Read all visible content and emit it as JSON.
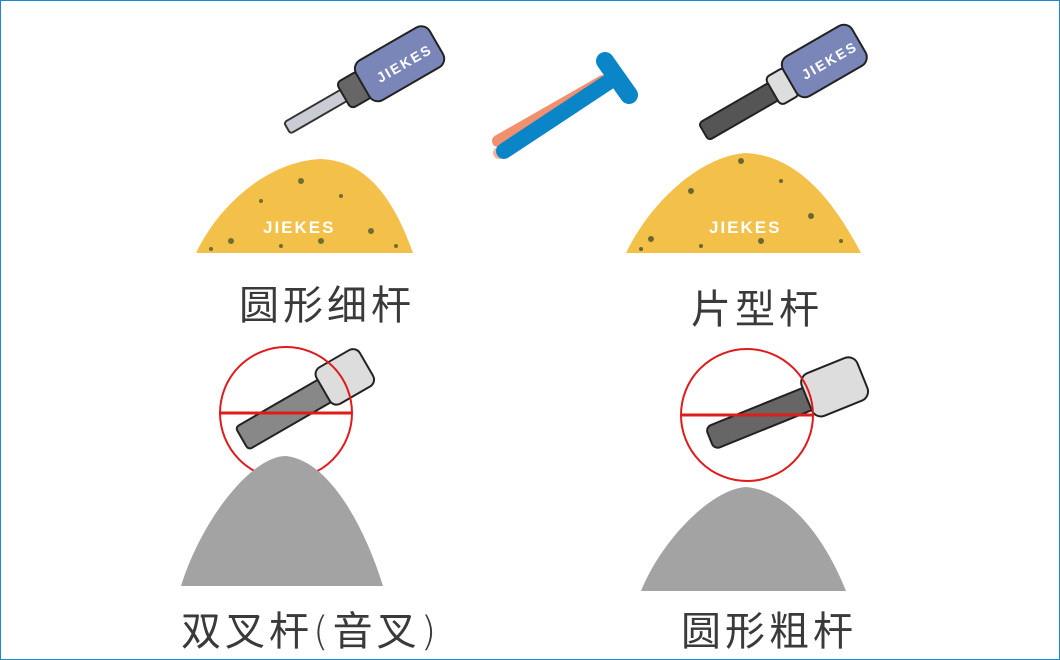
{
  "brand": "JIEKES",
  "labels": {
    "top_left": "圆形细杆",
    "top_right": "片型杆",
    "bottom_left": "双叉杆(音叉)",
    "bottom_right": "圆形粗杆"
  },
  "colors": {
    "border": "#1a8ad0",
    "hammer_blue": "#0a86c8",
    "hammer_shadow": "#f0906e",
    "pile_yellow": "#f3c04a",
    "pile_grey": "#9a9a9a",
    "reject_red": "#e01b1b"
  }
}
